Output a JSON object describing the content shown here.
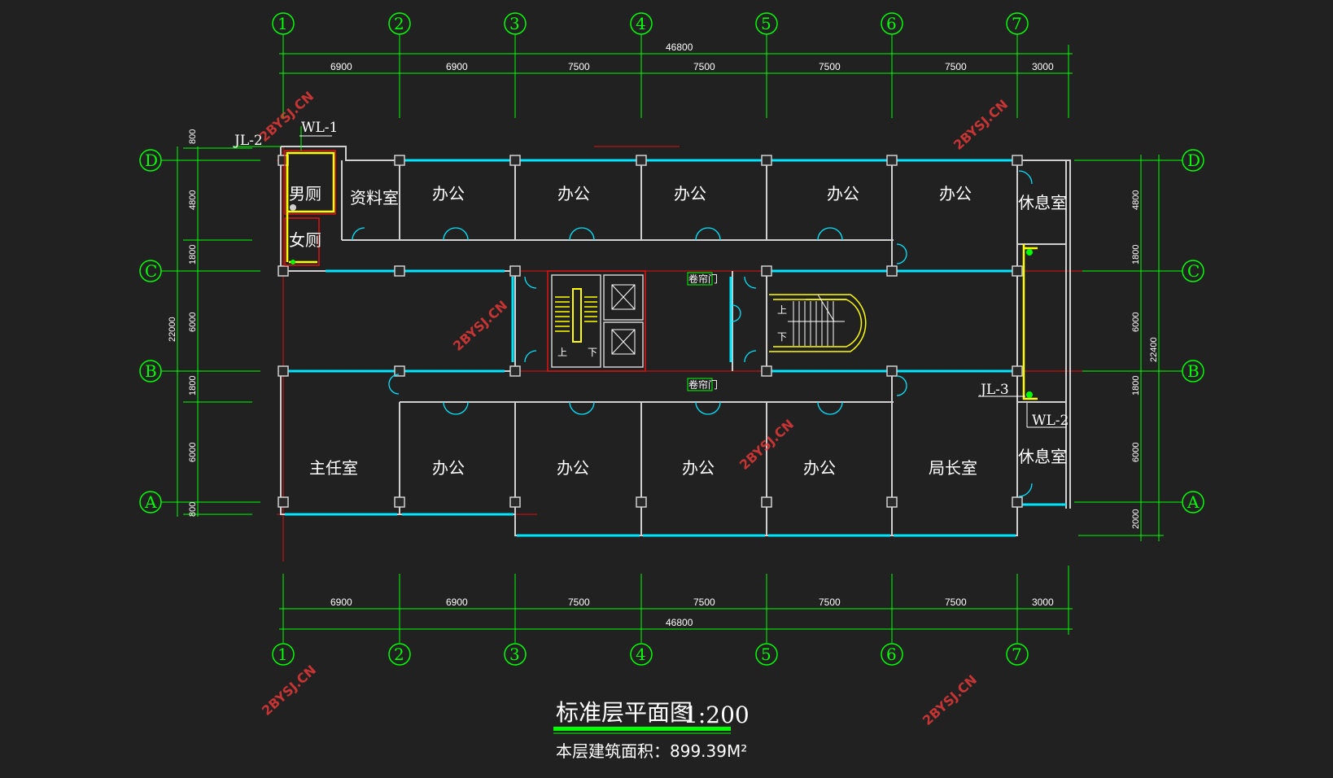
{
  "drawing": {
    "title": "标准层平面图",
    "scale": "1:200",
    "area_text": "本层建筑面积：899.39M²"
  },
  "axes": {
    "columns": [
      "1",
      "2",
      "3",
      "4",
      "5",
      "6",
      "7"
    ],
    "rows": [
      "D",
      "C",
      "B",
      "A"
    ]
  },
  "dimensions": {
    "total_width": "46800",
    "bays": [
      "6900",
      "6900",
      "7500",
      "7500",
      "7500",
      "7500",
      "3000"
    ],
    "left_total": "22000",
    "left_spans": [
      "800",
      "4800",
      "1800",
      "6000",
      "1800",
      "6000",
      "800"
    ],
    "right_total": "22400",
    "right_spans": [
      "4800",
      "1800",
      "6000",
      "1800",
      "6000",
      "2000"
    ]
  },
  "rooms": {
    "men_toilet": "男厕",
    "women_toilet": "女厕",
    "archive": "资料室",
    "office_top": [
      "办公",
      "办公",
      "办公",
      "办公",
      "办公"
    ],
    "lounge_top": "休息室",
    "director": "主任室",
    "office_bottom": [
      "办公",
      "办公",
      "办公",
      "办公"
    ],
    "bureau_chief": "局长室",
    "lounge_bottom": "休息室",
    "rolling_door_top": "卷帘门",
    "rolling_door_bottom": "卷帘门",
    "stair_up": "上",
    "stair_down": "下"
  },
  "pipes": {
    "jl2": "JL-2",
    "wl1": "WL-1",
    "jl3": "JL-3",
    "wl2": "WL-2"
  },
  "watermark": "2BYSJ.CN",
  "colors": {
    "background": "#212121",
    "grid": "#00ff00",
    "wall": "#d0d0d0",
    "window": "#00e5ff",
    "pipe": "#ffff00",
    "axis": "#e01010"
  }
}
